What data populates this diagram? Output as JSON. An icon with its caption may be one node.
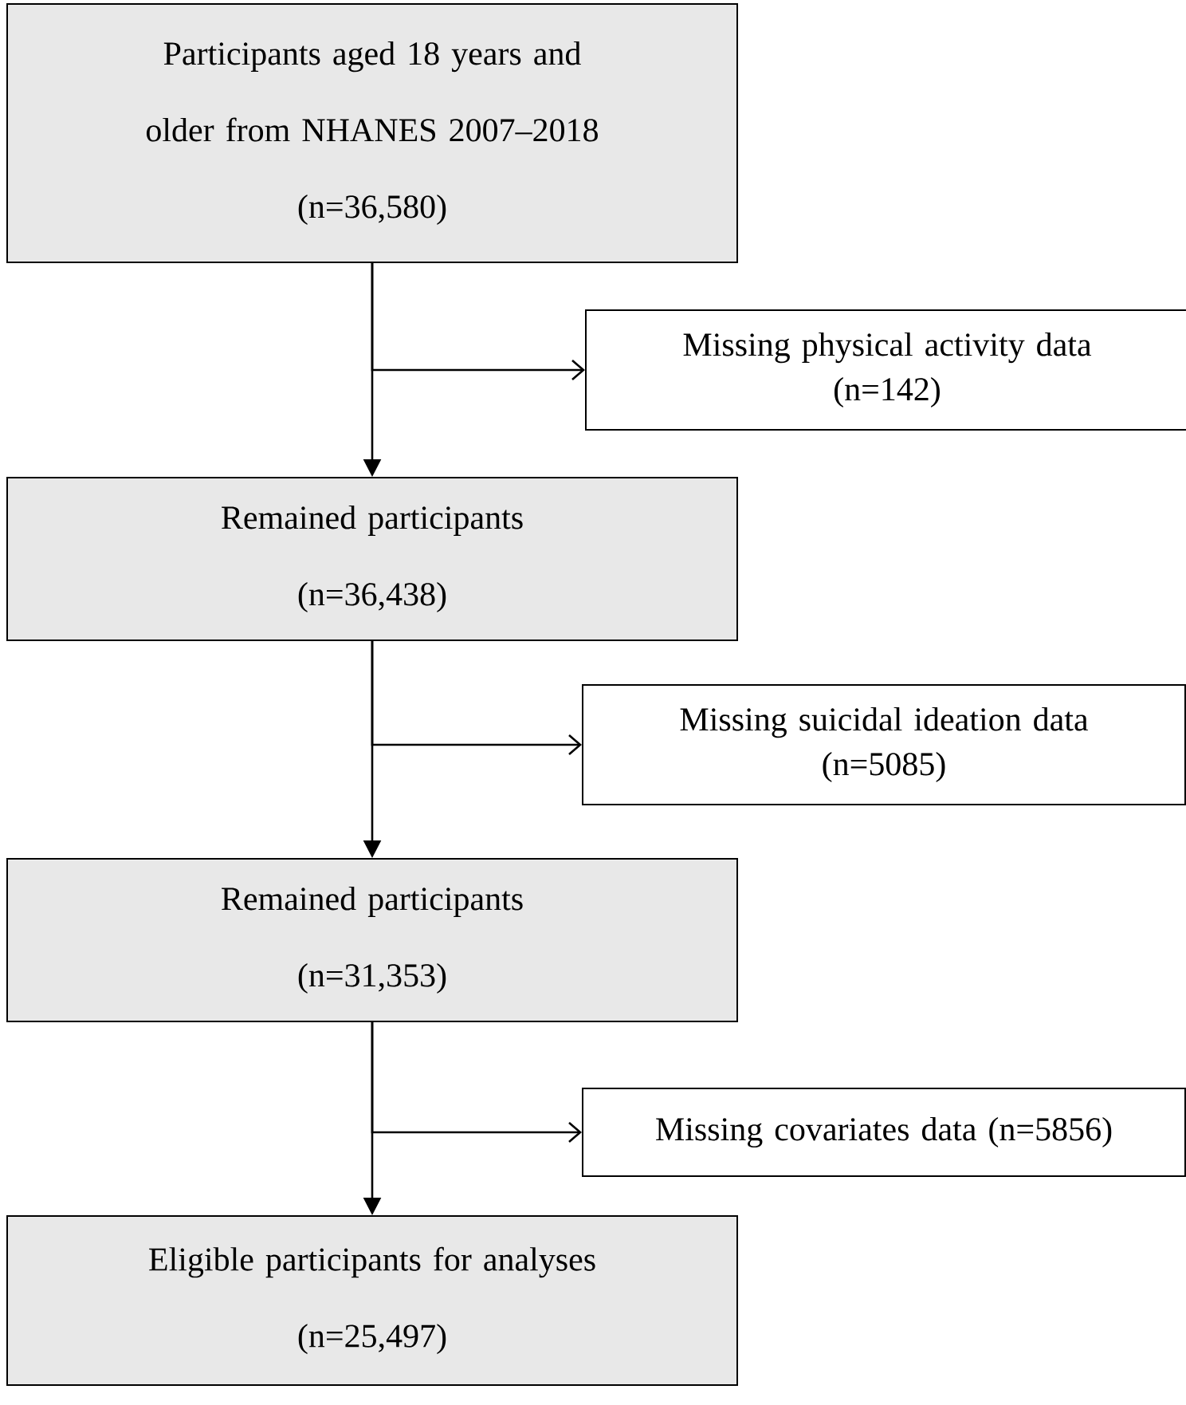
{
  "diagram": {
    "nodes": [
      {
        "text": [
          "Participants aged 18 years and older from NHANES 2007–2018",
          "(n=36,580)"
        ]
      },
      {
        "text": [
          "Missing physical activity data",
          "(n=142)"
        ]
      },
      {
        "text": [
          "Remained participants",
          "(n=36,438)"
        ]
      },
      {
        "text": [
          "Missing suicidal ideation data",
          "(n=5085)"
        ]
      },
      {
        "text": [
          "Remained participants",
          "(n=31,353)"
        ]
      },
      {
        "text": [
          "Missing covariates data (n=5856)"
        ]
      },
      {
        "text": [
          "Eligible participants for analyses",
          "(n=25,497)"
        ]
      }
    ],
    "edges": [
      {
        "from": 0,
        "to": 2,
        "arrow": "to"
      },
      {
        "from": 0,
        "to": 1,
        "arrow": "to"
      },
      {
        "from": 2,
        "to": 4,
        "arrow": "to"
      },
      {
        "from": 2,
        "to": 3,
        "arrow": "to"
      },
      {
        "from": 4,
        "to": 6,
        "arrow": "to"
      },
      {
        "from": 4,
        "to": 5,
        "arrow": "to"
      }
    ]
  }
}
